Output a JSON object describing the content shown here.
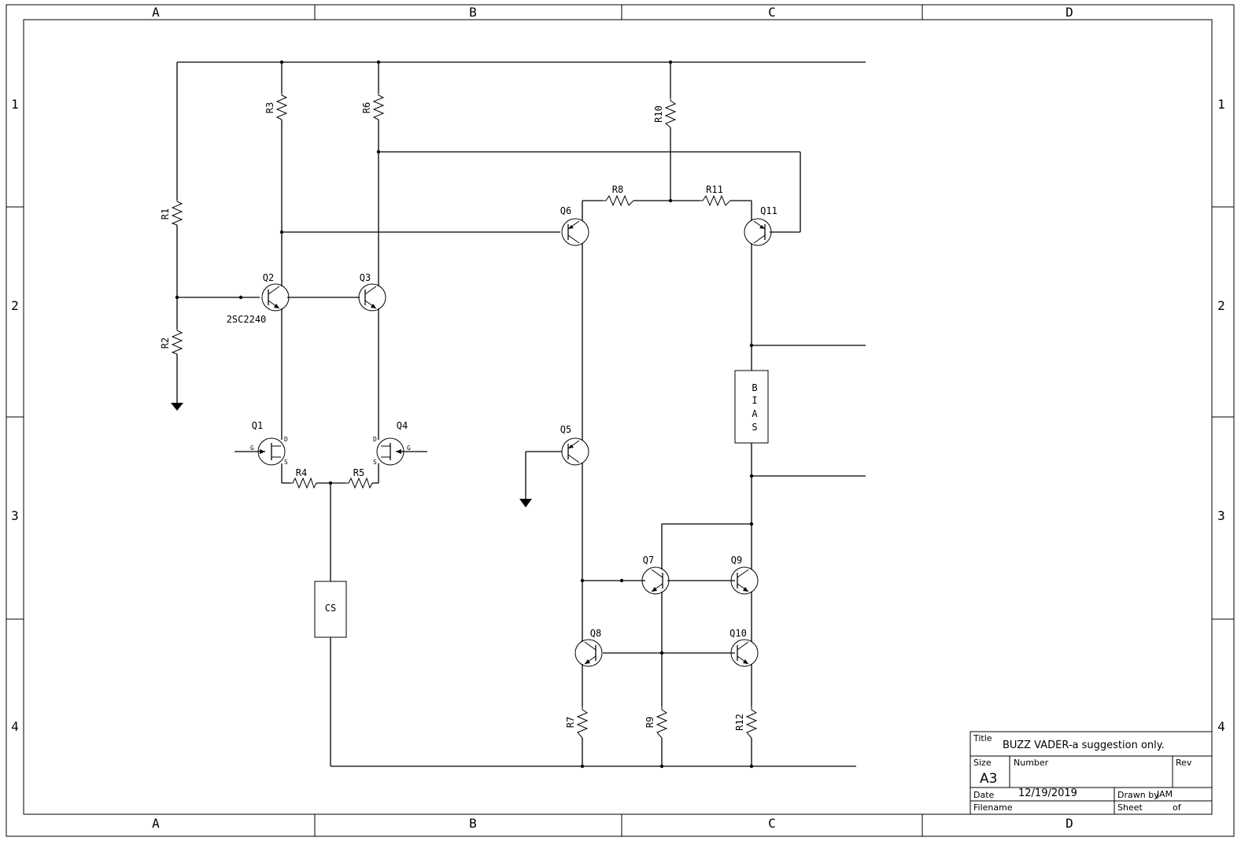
{
  "zones": {
    "columns": [
      "A",
      "B",
      "C",
      "D"
    ],
    "rows": [
      "1",
      "2",
      "3",
      "4"
    ]
  },
  "components": {
    "R1": "R1",
    "R2": "R2",
    "R3": "R3",
    "R4": "R4",
    "R5": "R5",
    "R6": "R6",
    "R7": "R7",
    "R8": "R8",
    "R9": "R9",
    "R10": "R10",
    "R11": "R11",
    "R12": "R12",
    "Q1": "Q1",
    "Q2": "Q2",
    "Q3": "Q3",
    "Q4": "Q4",
    "Q5": "Q5",
    "Q6": "Q6",
    "Q7": "Q7",
    "Q8": "Q8",
    "Q9": "Q9",
    "Q10": "Q10",
    "Q11": "Q11",
    "q2_part": "2SC2240",
    "cs": "CS",
    "bias": [
      "B",
      "I",
      "A",
      "S"
    ],
    "pin_d": "D",
    "pin_g": "G",
    "pin_s": "S"
  },
  "title_block": {
    "title_label": "Title",
    "title": "BUZZ VADER-a suggestion only.",
    "size_label": "Size",
    "size": "A3",
    "number_label": "Number",
    "rev_label": "Rev",
    "date_label": "Date",
    "date": "12/19/2019",
    "drawn_by_label": "Drawn by",
    "drawn_by": "JAM",
    "filename_label": "Filename",
    "sheet_label": "Sheet",
    "of_label": "of"
  }
}
